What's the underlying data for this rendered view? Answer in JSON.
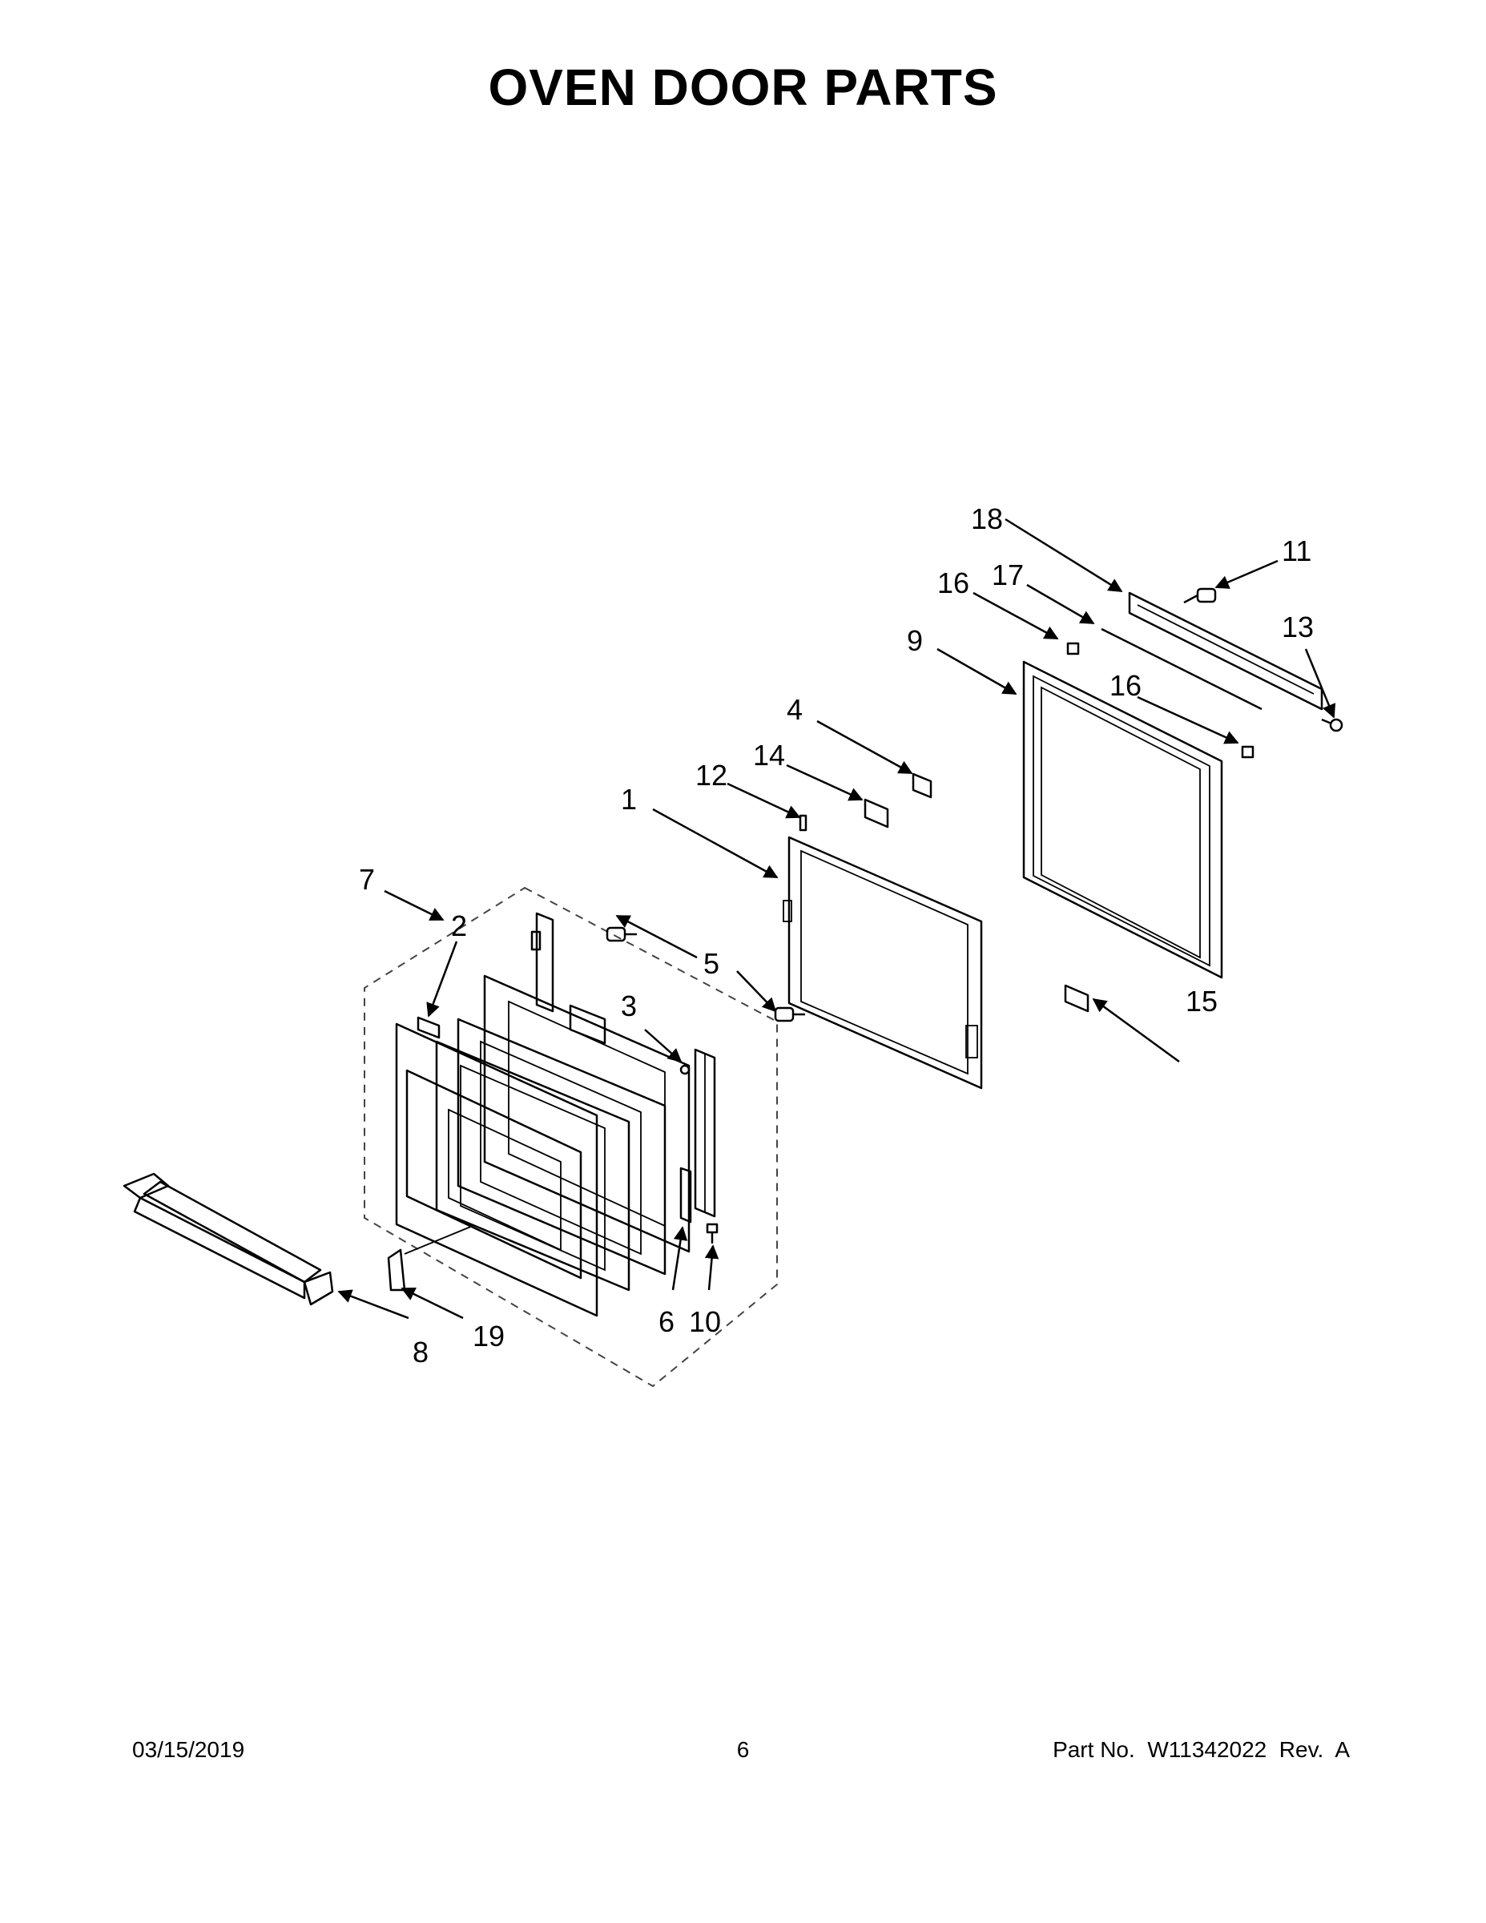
{
  "title": "OVEN DOOR PARTS",
  "callouts": [
    "1",
    "2",
    "3",
    "4",
    "5",
    "6",
    "7",
    "8",
    "9",
    "10",
    "11",
    "12",
    "13",
    "14",
    "15",
    "16",
    "16",
    "17",
    "18",
    "19"
  ],
  "footer": {
    "date": "03/15/2019",
    "page": "6",
    "part_number": "Part No.  W11342022  Rev.  A"
  }
}
